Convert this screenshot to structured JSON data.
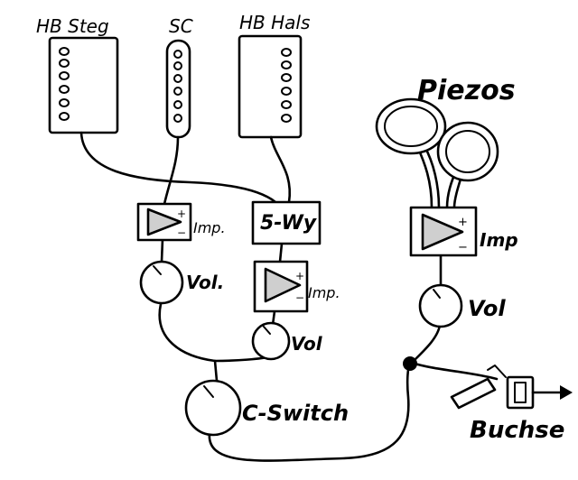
{
  "pickups": {
    "bridge_label": "HB Steg",
    "single_coil_label": "SC",
    "neck_label": "HB Hals"
  },
  "modules": {
    "switch_5way": "5-Wy",
    "impedance_1": "Imp.",
    "impedance_2": "Imp.",
    "impedance_piezo": "Imp",
    "volume_1": "Vol.",
    "volume_2": "Vol",
    "volume_piezo": "Vol",
    "c_switch": "C-Switch"
  },
  "piezo": {
    "label": "Piezos"
  },
  "output": {
    "label": "Buchse"
  },
  "ink_color": "#000000"
}
